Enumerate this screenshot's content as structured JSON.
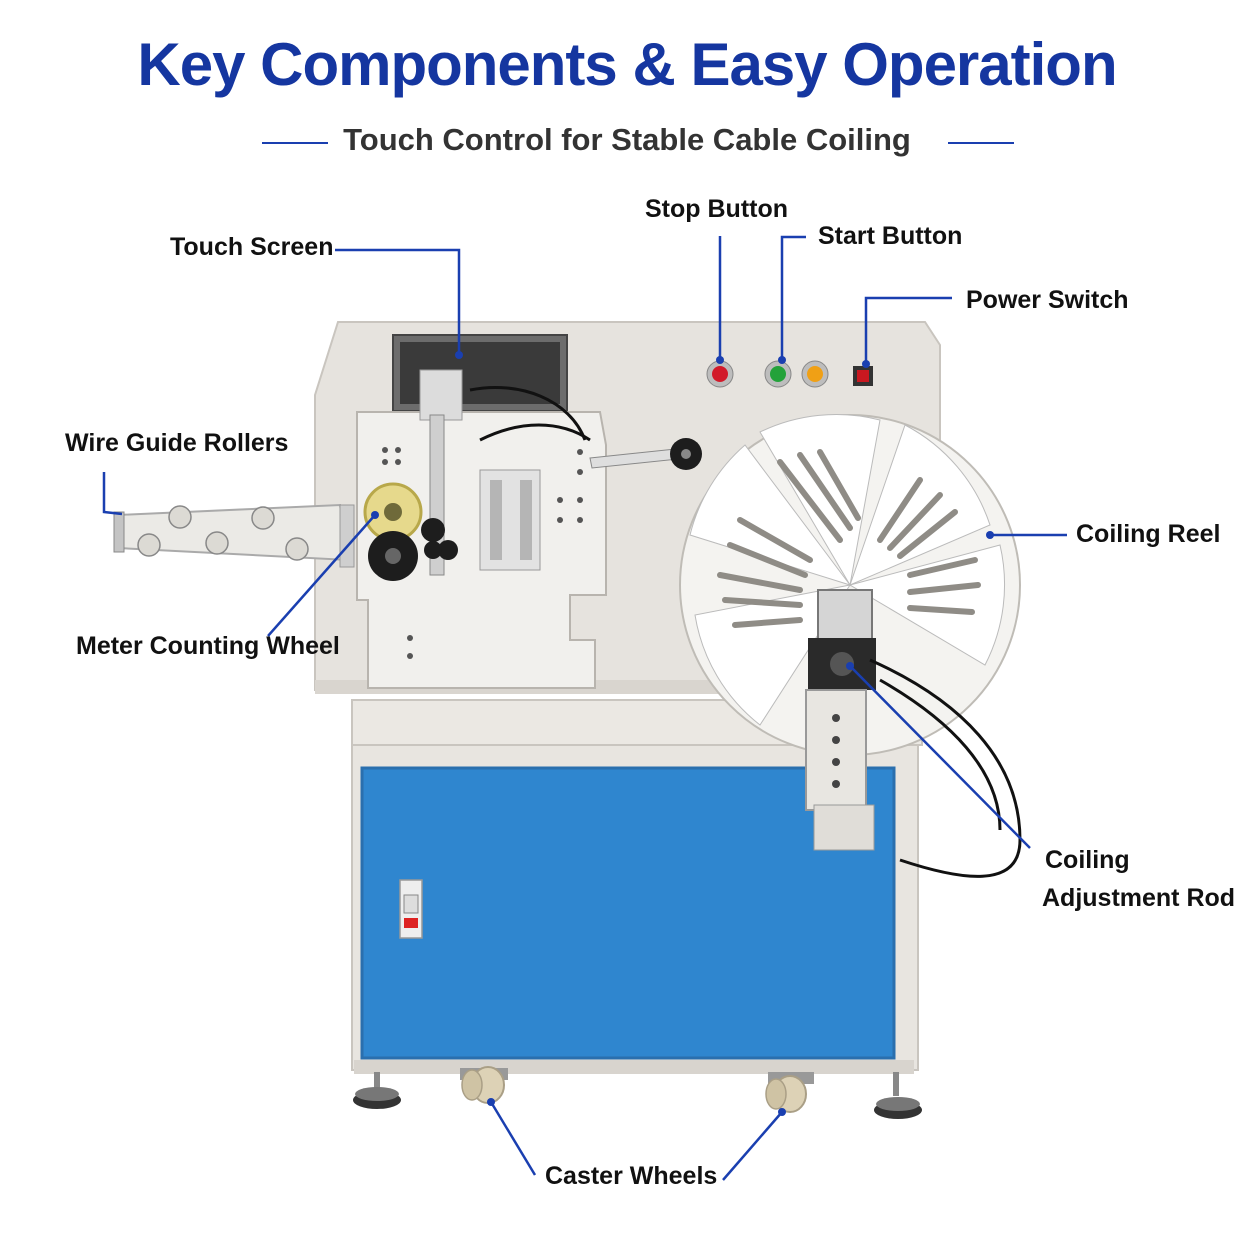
{
  "title": "Key Components & Easy Operation",
  "subtitle": "Touch Control for Stable Cable Coiling",
  "colors": {
    "title": "#1536a0",
    "leader": "#1a3fb0",
    "panel_blue": "#2f86cf",
    "machine_body": "#e4e1dc"
  },
  "labels": {
    "touch_screen": "Touch Screen",
    "stop_button": "Stop Button",
    "start_button": "Start Button",
    "power_switch": "Power Switch",
    "wire_guide_rollers": "Wire Guide Rollers",
    "coiling_reel": "Coiling Reel",
    "meter_counting_wheel": "Meter Counting Wheel",
    "coiling_adjustment_rod_line1": "Coiling",
    "coiling_adjustment_rod_line2": "Adjustment Rod",
    "caster_wheels": "Caster Wheels"
  }
}
